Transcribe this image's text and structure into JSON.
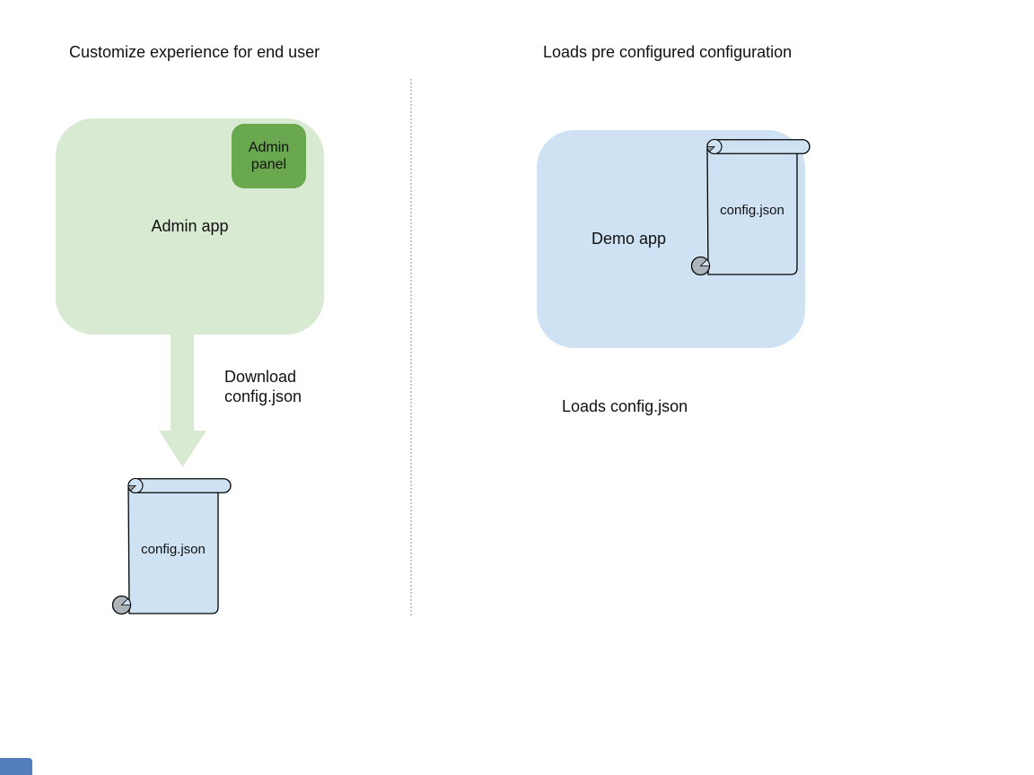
{
  "colors": {
    "background": "#ffffff",
    "light_green": "#d9ead3",
    "green": "#6aa84f",
    "light_blue": "#cfe2f3",
    "outline": "#000000",
    "divider_gray": "#c4c4c4",
    "curl_gray": "#9aa0a6",
    "corner_blue": "#537dbc",
    "text": "#111111"
  },
  "left": {
    "title": "Customize experience for end user",
    "admin_app_label": "Admin app",
    "admin_panel_label": "Admin panel",
    "download_label": "Download\nconfig.json",
    "config_label": "config.json"
  },
  "right": {
    "title": "Loads pre configured configuration",
    "demo_app_label": "Demo app",
    "config_label": "config.json",
    "caption": "Loads config.json"
  }
}
